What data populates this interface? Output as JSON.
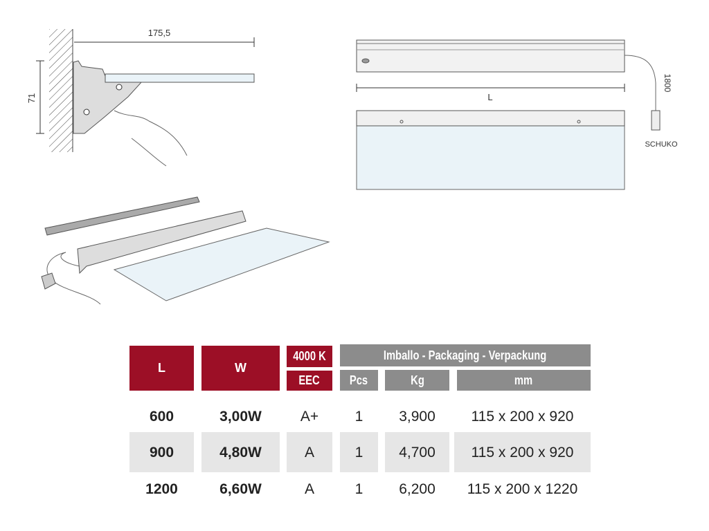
{
  "drawings": {
    "side_view": {
      "width_dim": "175,5",
      "height_dim": "71"
    },
    "front_view": {
      "length_dim": "L",
      "cable_dim": "1800",
      "plug_label": "SCHUKO"
    }
  },
  "table": {
    "headers": {
      "length": "L",
      "watt": "W",
      "color_temp": "4000 K",
      "eec": "EEC",
      "packaging": "Imballo - Packaging - Verpackung",
      "pcs": "Pcs",
      "kg": "Kg",
      "mm": "mm"
    },
    "rows": [
      {
        "length": "600",
        "watt": "3,00W",
        "eec": "A+",
        "pcs": "1",
        "kg": "3,900",
        "mm": "115 x 200 x 920"
      },
      {
        "length": "900",
        "watt": "4,80W",
        "eec": "A",
        "pcs": "1",
        "kg": "4,700",
        "mm": "115 x 200 x 920"
      },
      {
        "length": "1200",
        "watt": "6,60W",
        "eec": "A",
        "pcs": "1",
        "kg": "6,200",
        "mm": "115 x 200 x 1220"
      }
    ],
    "colors": {
      "header_red": "#9c0f26",
      "header_gray": "#8c8c8c",
      "band": "#e6e6e6"
    }
  }
}
